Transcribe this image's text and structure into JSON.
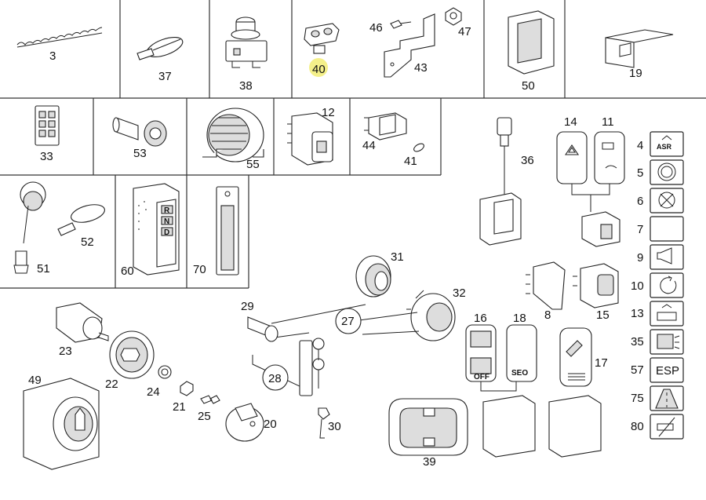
{
  "labels": {
    "p3": "3",
    "p37": "37",
    "p38": "38",
    "p40": "40",
    "p46": "46",
    "p47": "47",
    "p43": "43",
    "p50": "50",
    "p19": "19",
    "p33": "33",
    "p53": "53",
    "p55": "55",
    "p12": "12",
    "p44": "44",
    "p41": "41",
    "p36": "36",
    "p14": "14",
    "p11": "11",
    "p51": "51",
    "p52": "52",
    "p60": "60",
    "p70": "70",
    "p31": "31",
    "p32": "32",
    "p29": "29",
    "p27": "27",
    "p28": "28",
    "p30": "30",
    "p23": "23",
    "p22": "22",
    "p24": "24",
    "p21": "21",
    "p25": "25",
    "p20": "20",
    "p49": "49",
    "p39": "39",
    "p16": "16",
    "p18": "18",
    "p17": "17",
    "p8": "8",
    "p15": "15",
    "r4": "4",
    "r5": "5",
    "r6": "6",
    "r7": "7",
    "r9": "9",
    "r10": "10",
    "r13": "13",
    "r35": "35",
    "r57": "57",
    "r75": "75",
    "r80": "80"
  },
  "icon_text": {
    "asr": "ASR",
    "esp": "ESP",
    "seo": "SEO",
    "off": "OFF",
    "letters_60": [
      "R",
      "N",
      "D"
    ]
  },
  "colors": {
    "highlight": "#f4f08a",
    "line": "#222222"
  }
}
